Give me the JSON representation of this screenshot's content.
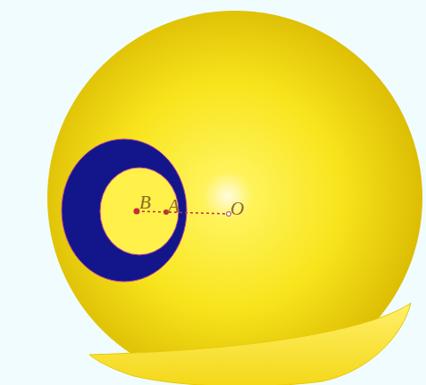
{
  "diagram": {
    "labels": [
      "B",
      "A",
      "O"
    ]
  }
}
